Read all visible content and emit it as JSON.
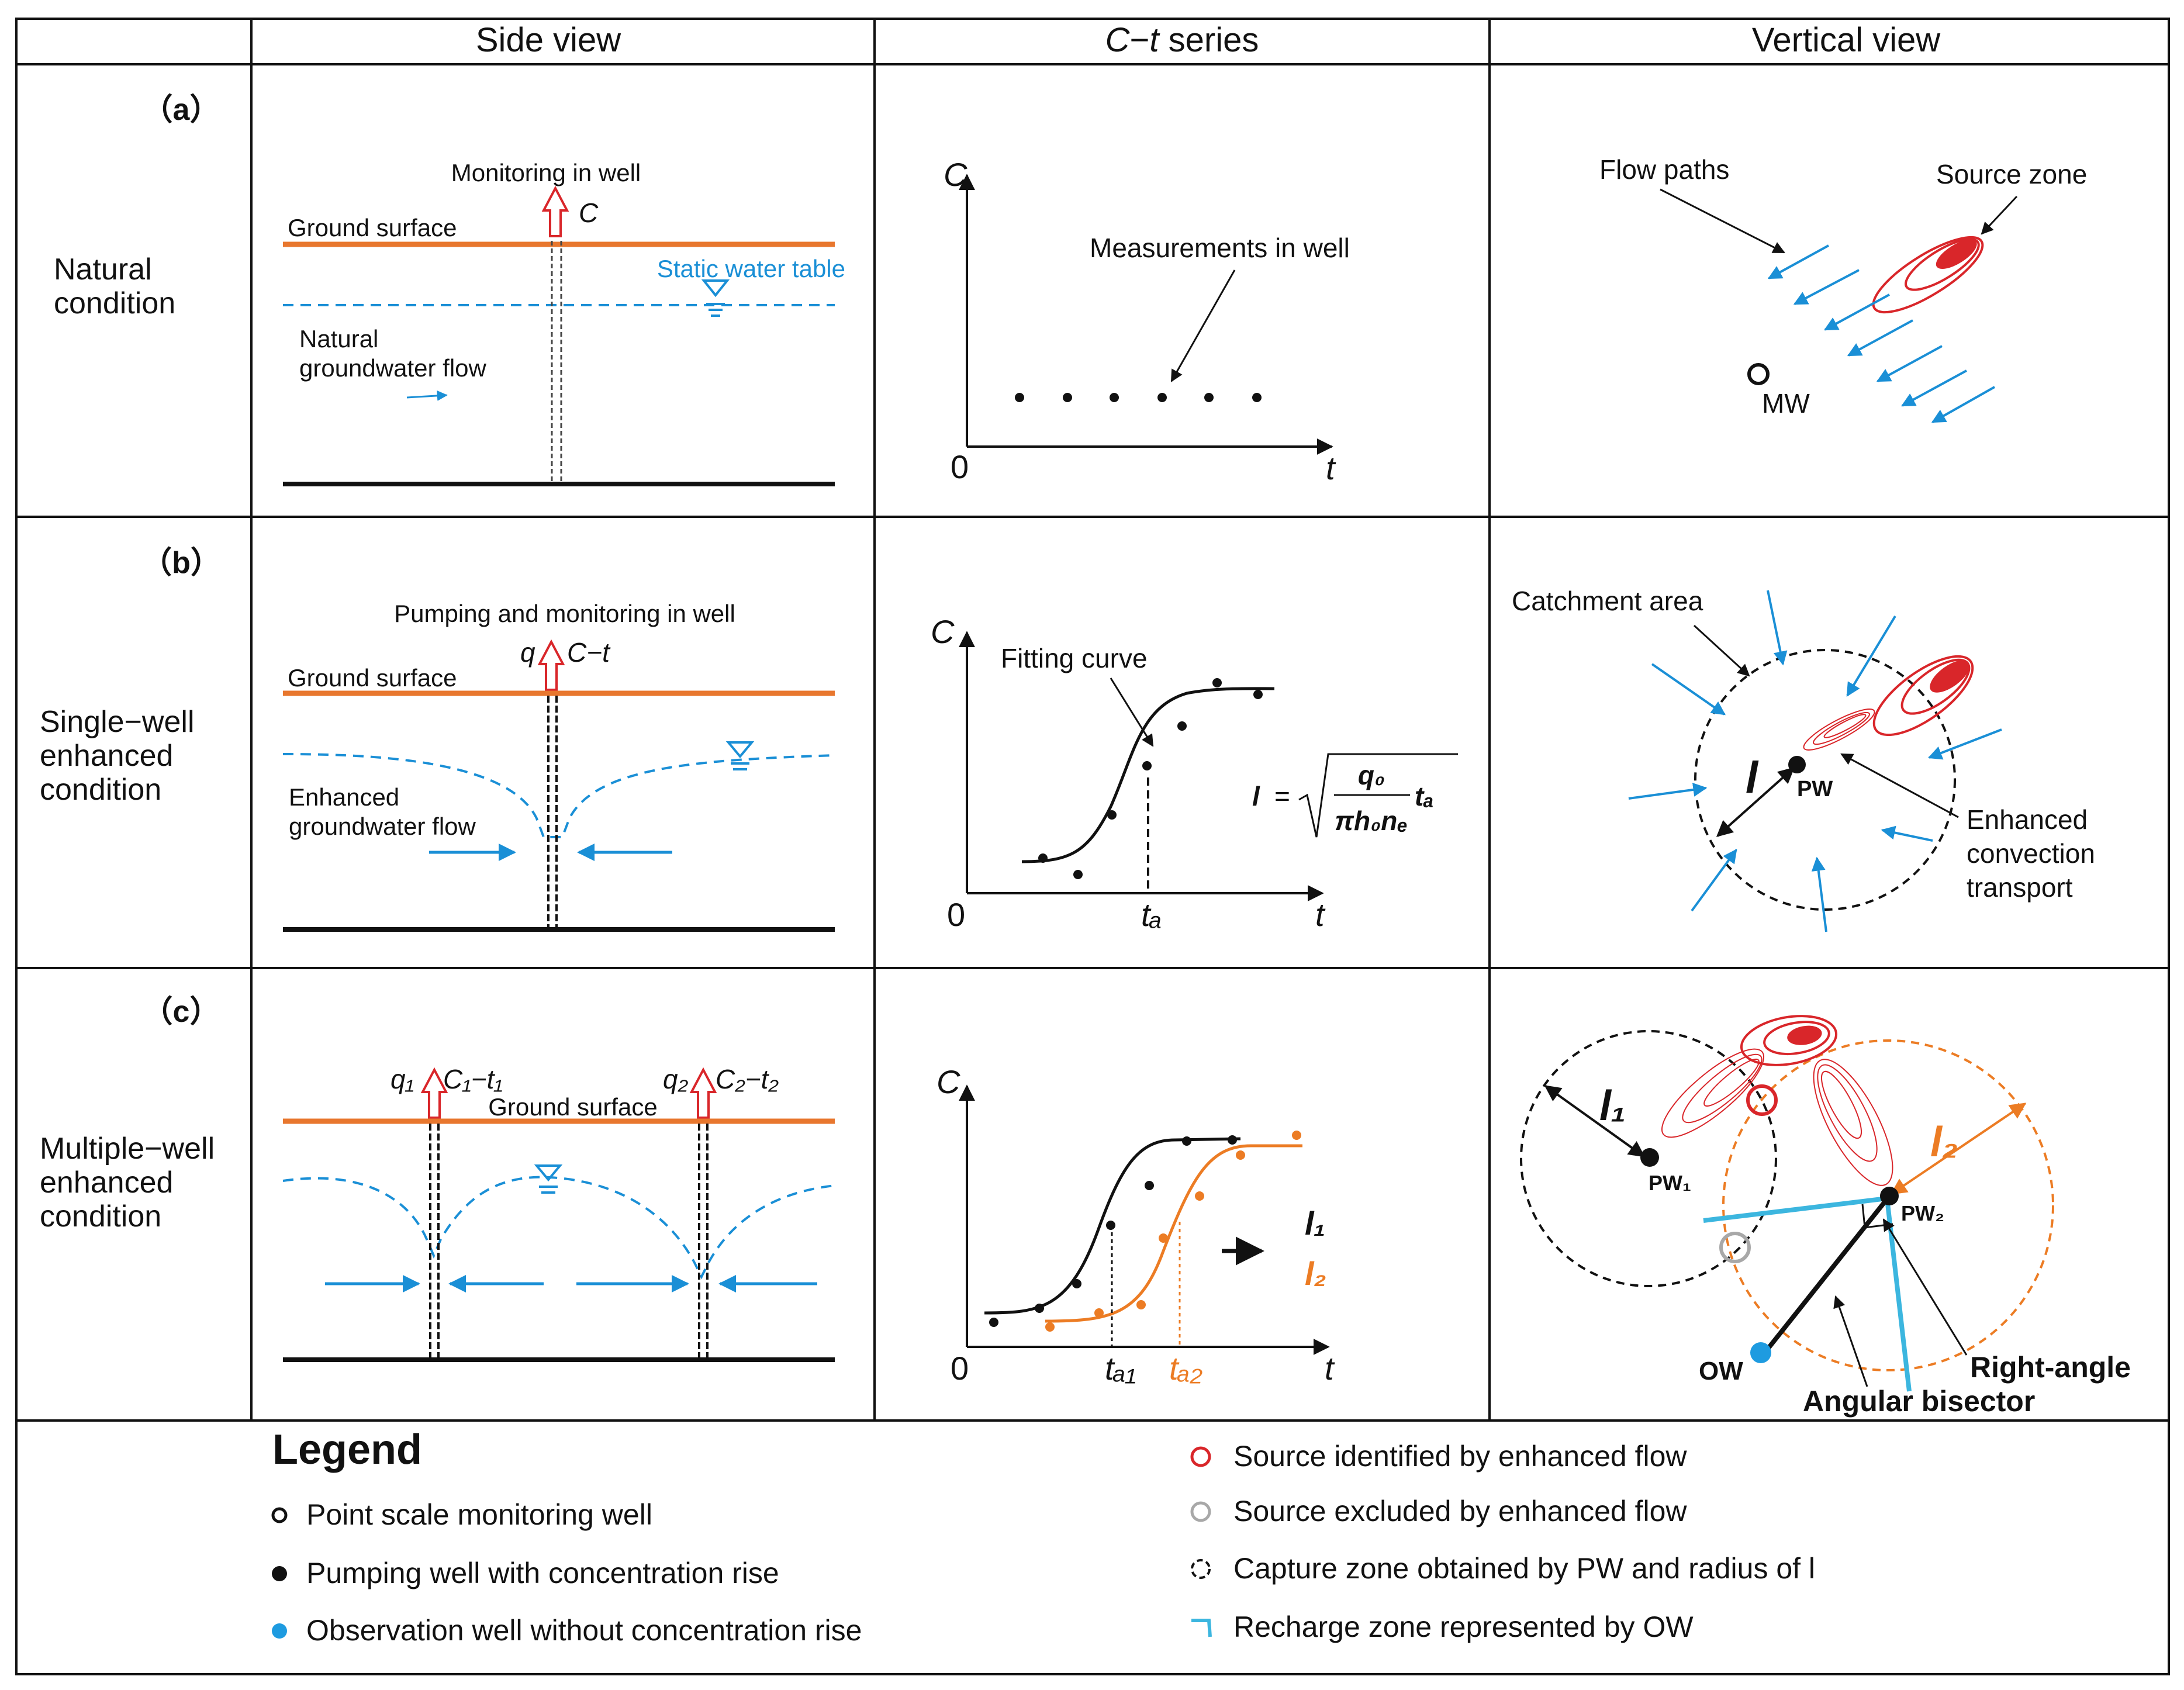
{
  "headers": {
    "side_view": "Side view",
    "ct_series_c": "C",
    "ct_series_dash": "−",
    "ct_series_t": "t",
    "ct_series_word": "series",
    "vertical_view": "Vertical view"
  },
  "rows": [
    {
      "tag": "（a）",
      "line1": "Natural",
      "line2": "condition",
      "line3": ""
    },
    {
      "tag": "（b）",
      "line1": "Single−well",
      "line2": "enhanced",
      "line3": "condition"
    },
    {
      "tag": "（c）",
      "line1": "Multiple−well",
      "line2": "enhanced",
      "line3": "condition"
    }
  ],
  "side": {
    "a": {
      "monitoring": "Monitoring in well",
      "c": "C",
      "ground": "Ground surface",
      "static": "Static water table",
      "natural1": "Natural",
      "natural2": "groundwater flow"
    },
    "b": {
      "pumping": "Pumping and monitoring in well",
      "q": "q",
      "ct": "C−t",
      "ground": "Ground surface",
      "enhanced1": "Enhanced",
      "enhanced2": "groundwater flow"
    },
    "c": {
      "q1": "q₁",
      "c1t1": "C₁−t₁",
      "q2": "q₂",
      "c2t2": "C₂−t₂",
      "ground": "Ground surface"
    }
  },
  "ct": {
    "a": {
      "y": "C",
      "x": "t",
      "zero": "0",
      "label": "Measurements in well"
    },
    "b": {
      "y": "C",
      "x": "t",
      "zero": "0",
      "label": "Fitting curve",
      "ta": "tₐ",
      "formula_l": "l",
      "formula_eq": "=",
      "formula_num": "q₀",
      "formula_den": "πh₀nₑ",
      "formula_ta": "tₐ"
    },
    "c": {
      "y": "C",
      "x": "t",
      "zero": "0",
      "ta1": "tₐ₁",
      "ta2": "tₐ₂",
      "l1": "l₁",
      "l2": "l₂"
    }
  },
  "vert": {
    "a": {
      "flow": "Flow paths",
      "source": "Source zone",
      "mw": "MW"
    },
    "b": {
      "catch": "Catchment area",
      "l": "l",
      "pw": "PW",
      "enh1": "Enhanced",
      "enh2": "convection",
      "enh3": "transport"
    },
    "c": {
      "l1": "l₁",
      "l2": "l₂",
      "pw1": "PW₁",
      "pw2": "PW₂",
      "ow": "OW",
      "right": "Right-angle",
      "bisector": "Angular bisector"
    }
  },
  "legend": {
    "title": "Legend",
    "items_left": [
      "Point scale monitoring well",
      "Pumping well with concentration rise",
      "Observation well without concentration rise"
    ],
    "items_right": [
      "Source identified by enhanced flow",
      "Source excluded by enhanced flow",
      "Capture zone obtained by PW and radius of l",
      "Recharge zone represented by OW"
    ]
  },
  "colors": {
    "ground": "#e8772e",
    "water": "#1a8fd6",
    "source": "#d9262a",
    "orange_curve": "#ec7c24",
    "gray_source": "#a8a8a8",
    "observation": "#1e9be0",
    "recharge": "#3cb6df"
  },
  "icons": {
    "monitoring_well": "hollow-circle-icon",
    "pumping_well": "filled-black-circle-icon",
    "observation_well": "filled-blue-circle-icon",
    "source_identified": "red-ring-icon",
    "source_excluded": "gray-ring-icon",
    "capture_zone": "dashed-circle-icon",
    "recharge_zone": "cyan-corner-icon",
    "water_table": "water-table-triangle-icon"
  }
}
